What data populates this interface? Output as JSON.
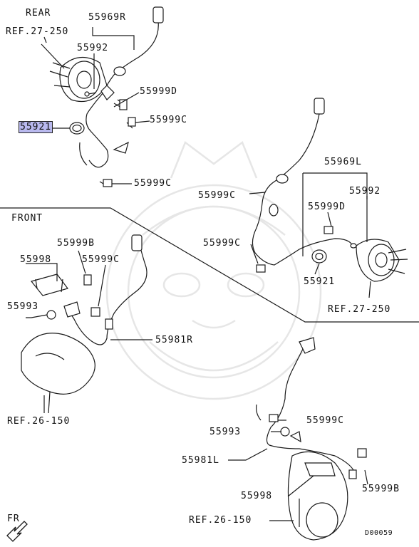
{
  "sections": {
    "rear": "REAR",
    "front": "FRONT"
  },
  "refs": {
    "rear_upper": "REF.27-250",
    "rear_lower": "REF.27-250",
    "front_left": "REF.26-150",
    "front_right": "REF.26-150"
  },
  "parts": {
    "p55969R": "55969R",
    "p55992_a": "55992",
    "p55999D_a": "55999D",
    "p55921_a": "55921",
    "p55999C_a": "55999C",
    "p55999C_b": "55999C",
    "p55969L": "55969L",
    "p55992_b": "55992",
    "p55999C_c": "55999C",
    "p55999D_b": "55999D",
    "p55999C_d": "55999C",
    "p55921_b": "55921",
    "p55999B_a": "55999B",
    "p55998_a": "55998",
    "p55999C_e": "55999C",
    "p55993_a": "55993",
    "p55981R": "55981R",
    "p55999C_f": "55999C",
    "p55993_b": "55993",
    "p55981L": "55981L",
    "p55998_b": "55998",
    "p55999B_b": "55999B"
  },
  "fr_marker": "FR",
  "diagram_code": "D00059",
  "colors": {
    "line": "#1a1a1a",
    "highlight": "#b9b9ee",
    "watermark": "#e6e6e6"
  },
  "icons": [
    "direction-arrow-icon",
    "watermark-emblem-icon"
  ]
}
